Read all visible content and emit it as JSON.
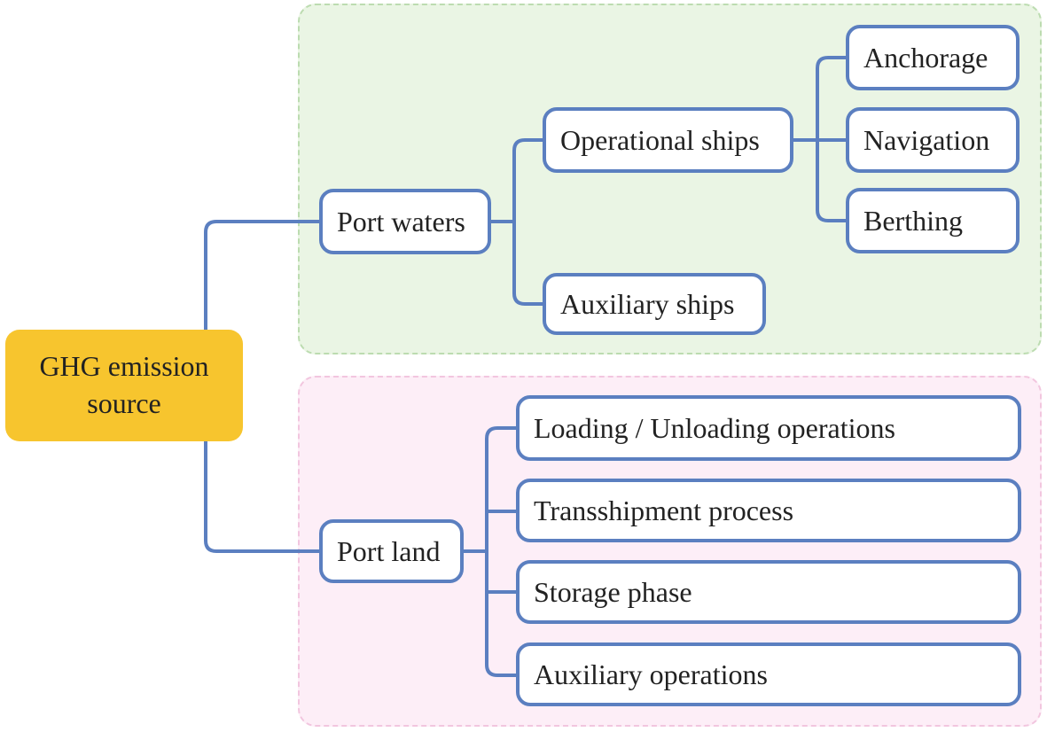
{
  "colors": {
    "line": "#5b7fc0",
    "root_fill": "#f7c52e",
    "waters_bg": "#eaf5e4",
    "waters_border": "#bcdcb0",
    "land_bg": "#fdeef7",
    "land_border": "#f2c6df"
  },
  "root": {
    "line1": "GHG emission",
    "line2": "source"
  },
  "waters": {
    "label": "Port waters",
    "operational": {
      "label": "Operational ships",
      "children": [
        "Anchorage",
        "Navigation",
        "Berthing"
      ]
    },
    "auxiliary": {
      "label": "Auxiliary ships"
    }
  },
  "land": {
    "label": "Port land",
    "children": [
      "Loading / Unloading operations",
      "Transshipment process",
      "Storage phase",
      "Auxiliary operations"
    ]
  }
}
